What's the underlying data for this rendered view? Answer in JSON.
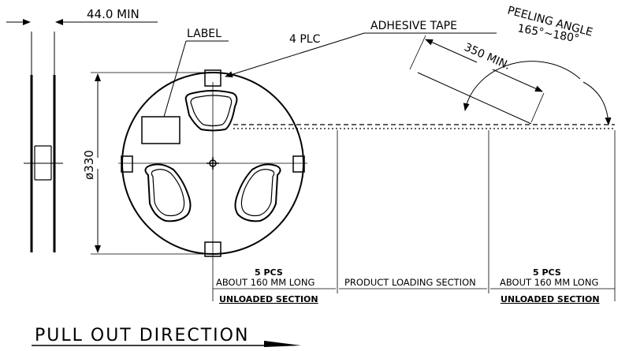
{
  "labels": {
    "min_width": "44.0 MIN",
    "label": "LABEL",
    "four_plc": "4 PLC",
    "adhesive_tape": "ADHESIVE TAPE",
    "peeling_angle": "PEELING ANGLE",
    "peeling_angle_value": "165°~180°",
    "length_min": "350 MIN.",
    "diameter": "ø330",
    "left_pcs": "5 PCS",
    "left_long": "ABOUT 160 MM LONG",
    "left_section": "UNLOADED SECTION",
    "middle_section": "PRODUCT LOADING SECTION",
    "right_pcs": "5 PCS",
    "right_long": "ABOUT 160 MM LONG",
    "right_section": "UNLOADED SECTION",
    "pull_out": "PULL OUT DIRECTION"
  }
}
